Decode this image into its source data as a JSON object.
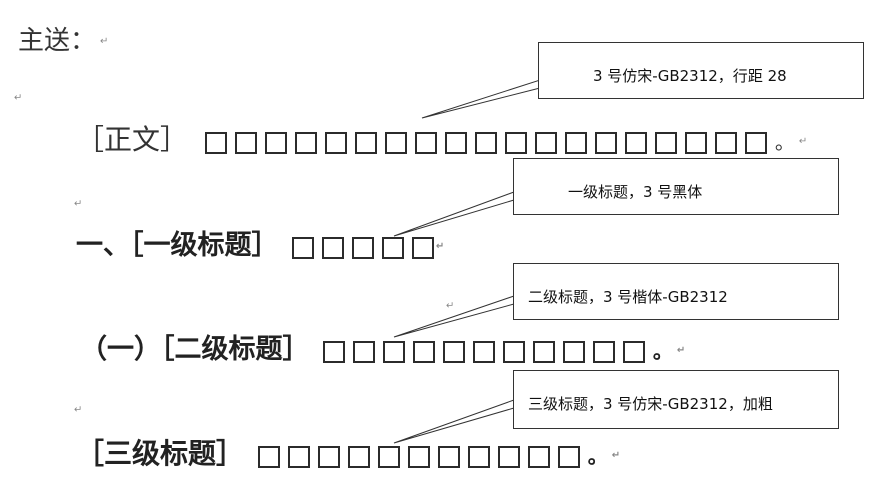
{
  "document": {
    "recipient_label": "主送：",
    "body_label": "［正文］",
    "body_end": "。",
    "heading1_label": "一、［一级标题］",
    "heading2_label": "（一）［二级标题］",
    "heading2_end": "。",
    "heading3_label": "［三级标题］",
    "heading3_end": "。"
  },
  "callouts": {
    "body_note": "3 号仿宋-GB2312，行距 28",
    "heading1_note": "一级标题，3 号黑体",
    "heading2_note": "二级标题，3 号楷体-GB2312",
    "heading3_note": "三级标题，3 号仿宋-GB2312，加粗"
  },
  "placeholder_counts": {
    "body": 19,
    "heading1": 5,
    "heading2": 11,
    "heading3": 11
  }
}
